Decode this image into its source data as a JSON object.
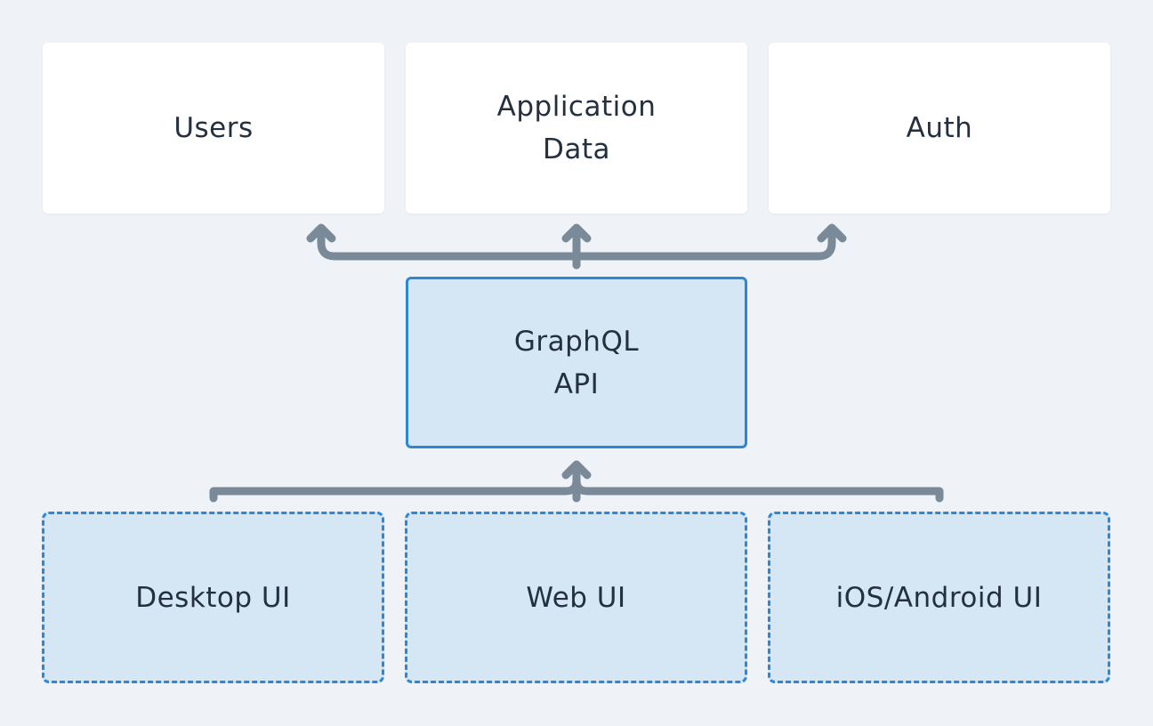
{
  "colors": {
    "background": "#eff3f7",
    "service_fill": "#ffffff",
    "api_fill": "#d5e6f5",
    "api_border": "#2e87d4",
    "client_fill": "#d5e6f5",
    "client_border": "#2e87d4",
    "text": "#24303f",
    "connector": "#7a8a99"
  },
  "services": [
    {
      "label": "Users"
    },
    {
      "label": "Application\nData"
    },
    {
      "label": "Auth"
    }
  ],
  "api": {
    "label": "GraphQL\nAPI"
  },
  "clients": [
    {
      "label": "Desktop UI"
    },
    {
      "label": "Web UI"
    },
    {
      "label": "iOS/Android UI"
    }
  ]
}
